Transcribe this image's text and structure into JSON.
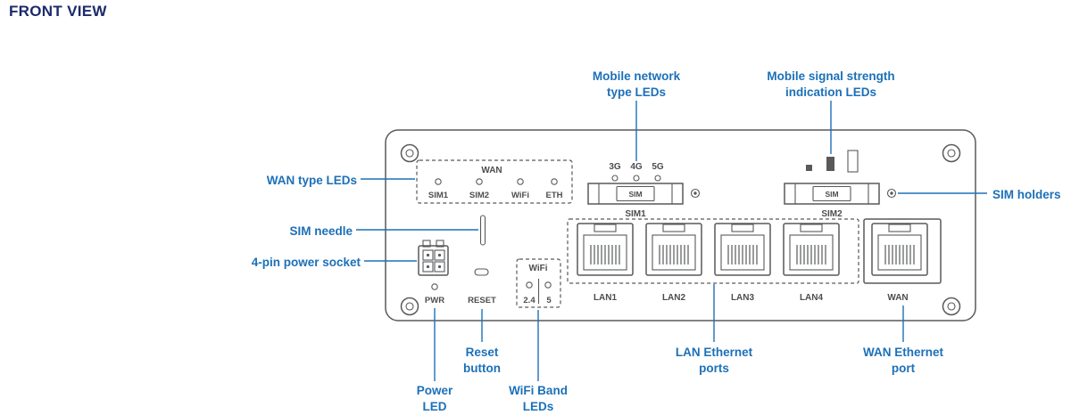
{
  "title": "FRONT VIEW",
  "colors": {
    "title_text": "#1b2a6b",
    "callout_text": "#1c70b8",
    "callout_line": "#1c70b8",
    "line_art": "#58595b",
    "device_text": "#4c4d4f"
  },
  "callouts": {
    "mobile_network_type_leds": "Mobile network type LEDs",
    "mobile_signal_strength_leds": "Mobile signal strength indication LEDs",
    "wan_type_leds": "WAN type LEDs",
    "sim_holders": "SIM holders",
    "sim_needle": "SIM needle",
    "power_socket": "4-pin power socket",
    "reset_button": "Reset button",
    "power_led": "Power LED",
    "wifi_band_leds": "WiFi Band LEDs",
    "lan_ethernet_ports": "LAN Ethernet ports",
    "wan_ethernet_port": "WAN Ethernet port"
  },
  "device": {
    "wan_panel": {
      "title": "WAN",
      "leds": [
        {
          "label": "SIM1"
        },
        {
          "label": "SIM2"
        },
        {
          "label": "WiFi"
        },
        {
          "label": "ETH"
        }
      ]
    },
    "network_type_leds": [
      {
        "label": "3G"
      },
      {
        "label": "4G"
      },
      {
        "label": "5G"
      }
    ],
    "sim_slots": [
      {
        "slot_text": "SIM",
        "label": "SIM1"
      },
      {
        "slot_text": "SIM",
        "label": "SIM2"
      }
    ],
    "power_led_label": "PWR",
    "reset_label": "RESET",
    "wifi_panel": {
      "title": "WiFi",
      "leds": [
        {
          "label": "2.4"
        },
        {
          "label": "5"
        }
      ]
    },
    "lan_ports": [
      {
        "label": "LAN1"
      },
      {
        "label": "LAN2"
      },
      {
        "label": "LAN3"
      },
      {
        "label": "LAN4"
      }
    ],
    "wan_port_label": "WAN"
  }
}
